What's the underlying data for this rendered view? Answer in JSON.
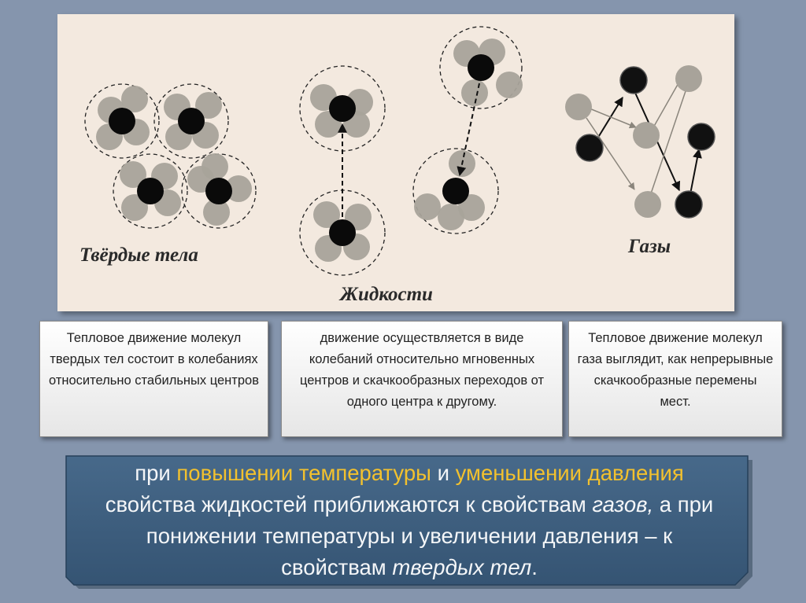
{
  "diagram": {
    "solids_label": "Твёрдые тела",
    "liquids_label": "Жидкости",
    "gases_label": "Газы"
  },
  "cards": {
    "solids": "Тепловое движение молекул твердых тел состоит в колебаниях относительно стабильных центров",
    "liquids": "движение осуществляется в виде колебаний относительно мгновенных центров и скачкообразных переходов от одного центра к другому.",
    "gases": "Тепловое движение молекул газа выглядит, как непрерывные скачкообразные перемены мест."
  },
  "conclusion": {
    "p1": "при",
    "p2": "повышении температуры",
    "p3": "и",
    "p4": "уменьшении давления",
    "p5": "свойства жидкостей приближаются к свойствам",
    "p6": "газов,",
    "p7": "а при понижении температуры и увеличении давления – к свойствам",
    "p8": "твердых тел",
    "p9": "."
  },
  "colors": {
    "background": "#8595ad",
    "panel": "#f3e9df",
    "molecule_dark": "#0a0a0a",
    "molecule_light": "#a8a39a",
    "conclusion_box": "#3d5f7f",
    "highlight": "#f2c12e"
  }
}
